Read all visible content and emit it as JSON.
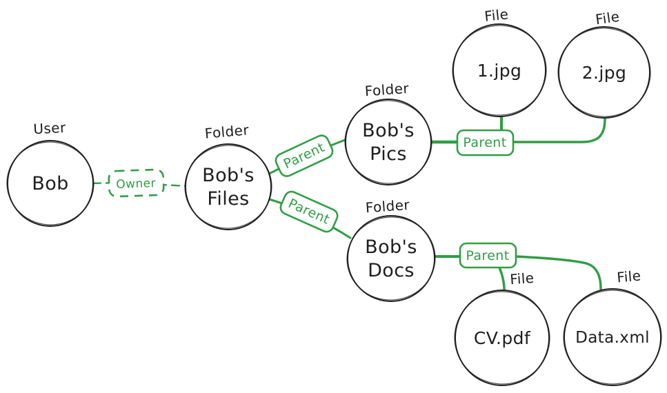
{
  "colors": {
    "ink": "#1e1e1e",
    "green": "#2f9e44",
    "bg": "#ffffff"
  },
  "edge_labels": {
    "owner": "Owner",
    "parent": "Parent"
  },
  "nodes": {
    "bob": {
      "type": "User",
      "name": "Bob"
    },
    "bobs_files": {
      "type": "Folder",
      "lines": [
        "Bob's",
        "Files"
      ]
    },
    "bobs_pics": {
      "type": "Folder",
      "lines": [
        "Bob's",
        "Pics"
      ]
    },
    "file_1": {
      "type": "File",
      "name": "1.jpg"
    },
    "file_2": {
      "type": "File",
      "name": "2.jpg"
    },
    "bobs_docs": {
      "type": "Folder",
      "lines": [
        "Bob's",
        "Docs"
      ]
    },
    "file_cv": {
      "type": "File",
      "name": "CV.pdf"
    },
    "file_data": {
      "type": "File",
      "name": "Data.xml"
    }
  }
}
